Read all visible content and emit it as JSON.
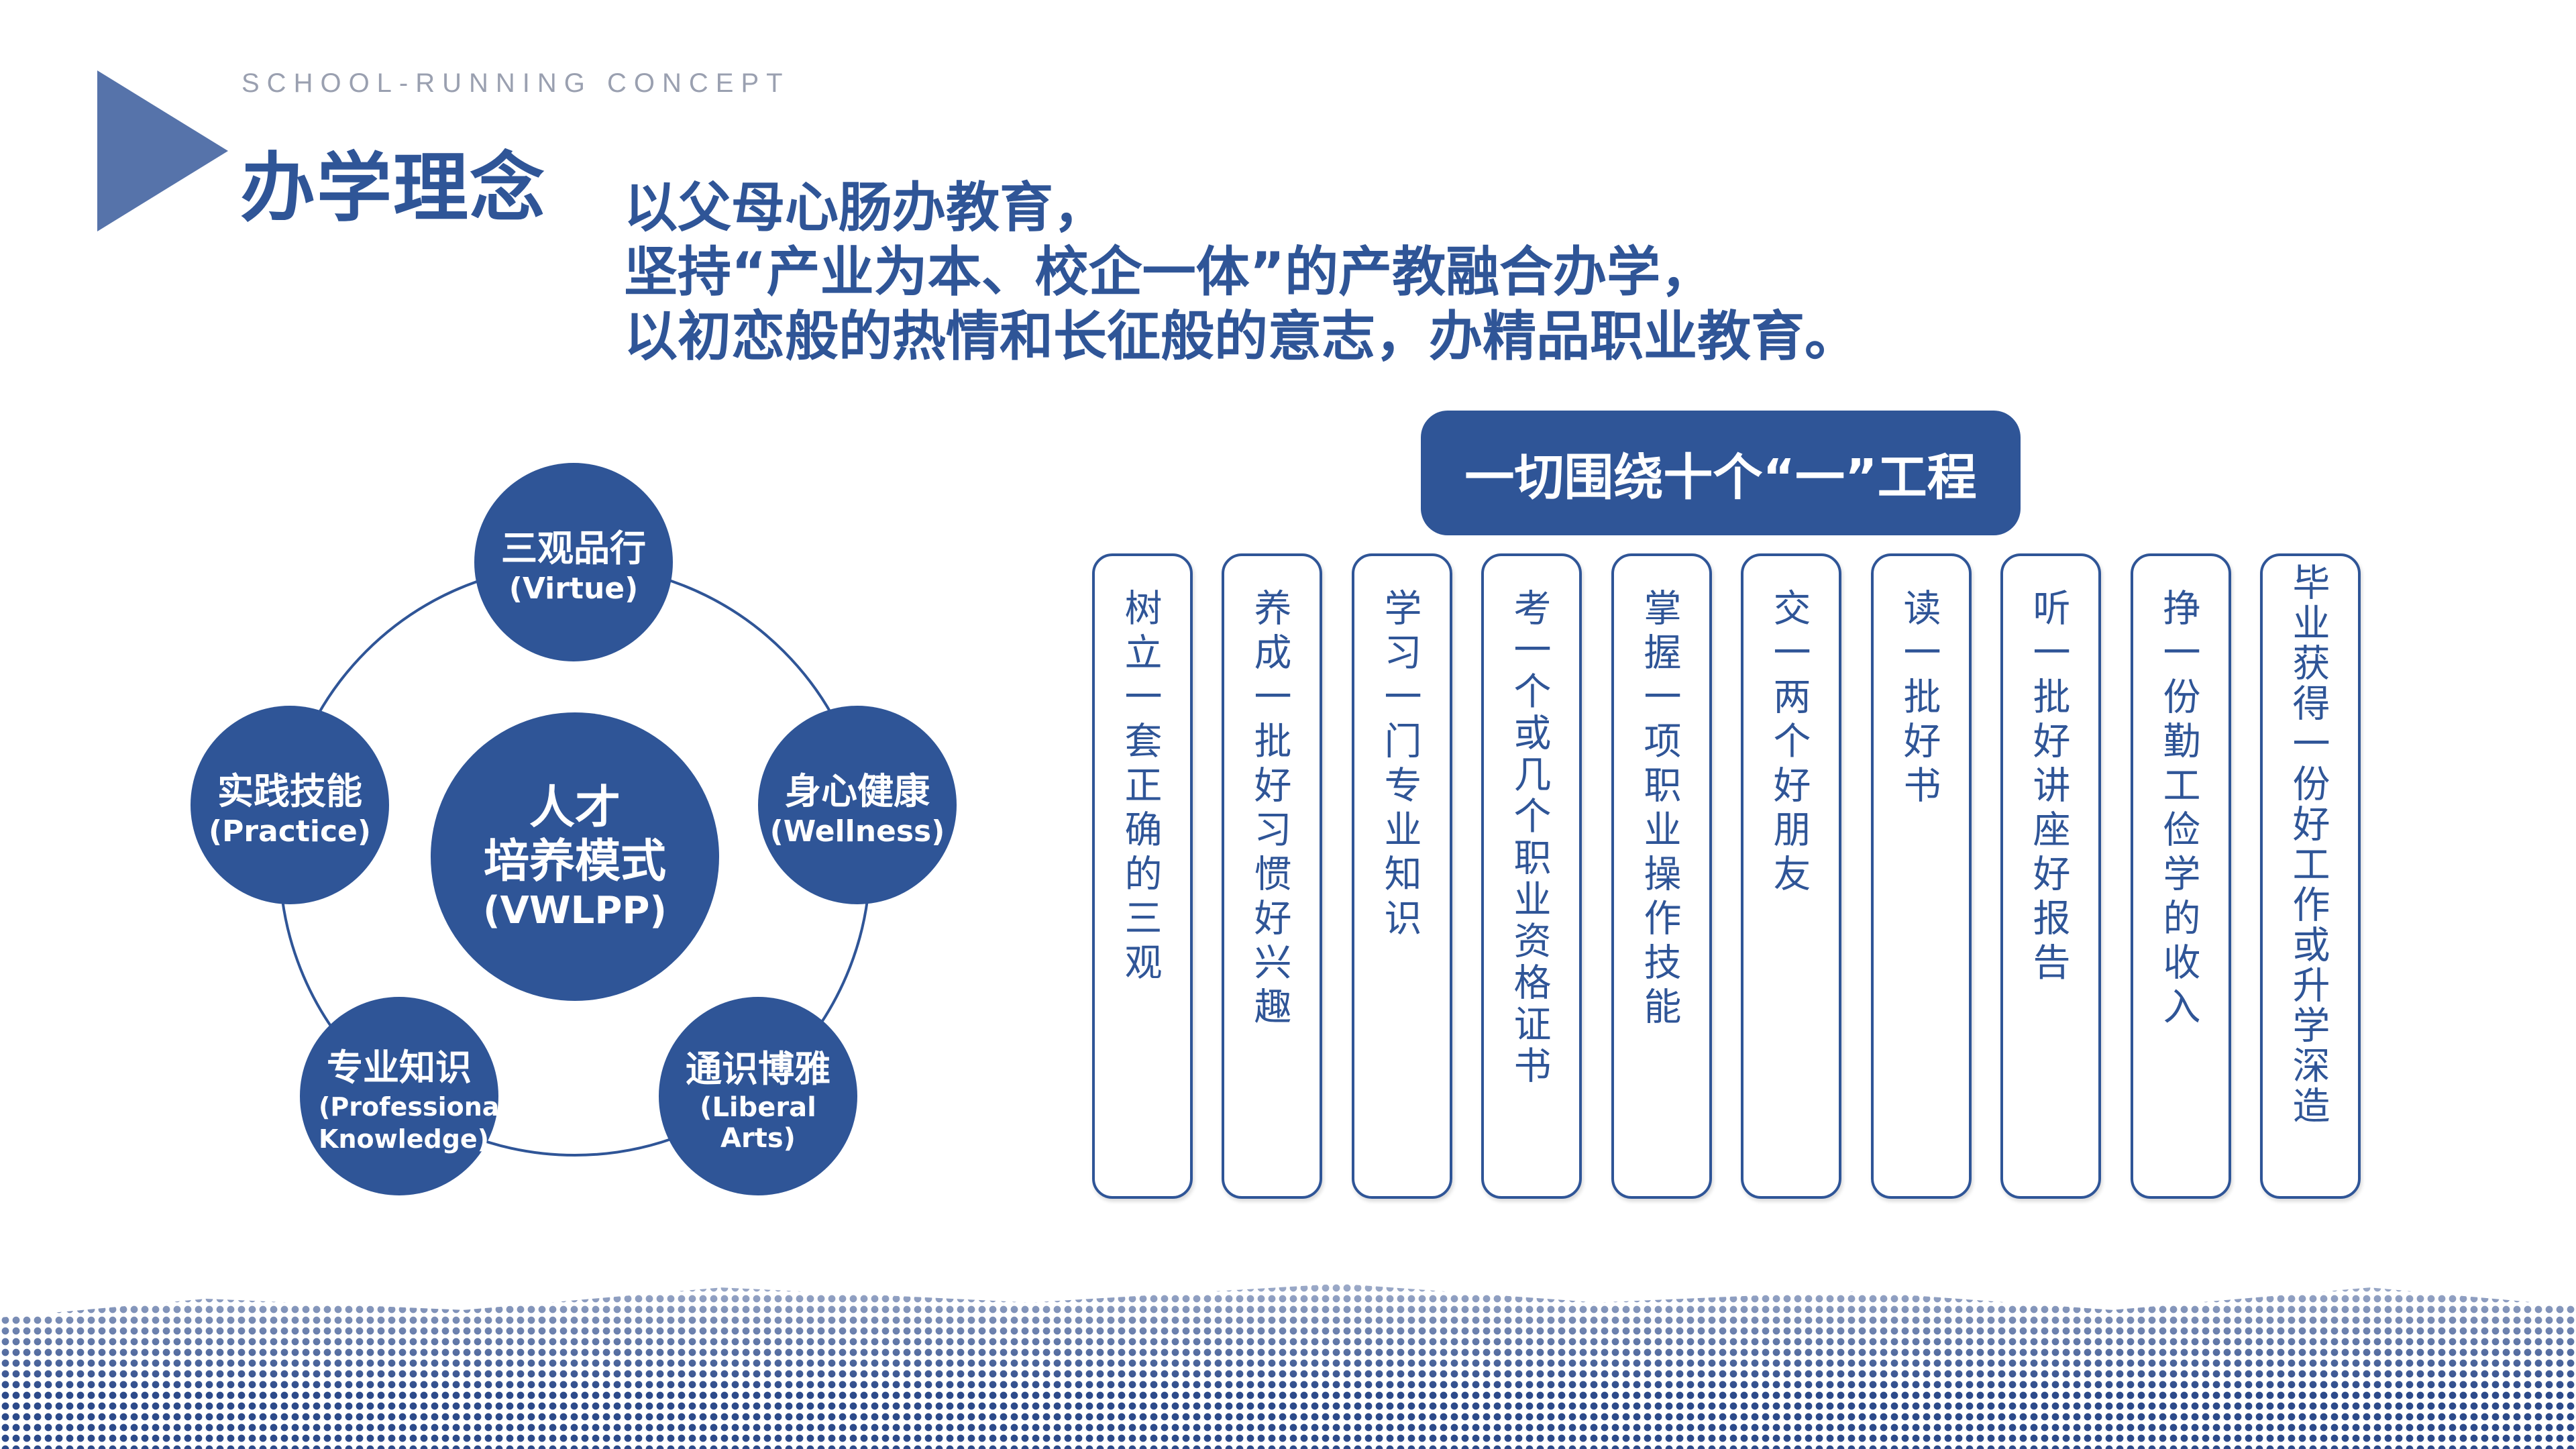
{
  "header": {
    "subtitle_en": "SCHOOL-RUNNING CONCEPT",
    "title": "办学理念"
  },
  "slogan": [
    "以父母心肠办教育，",
    "坚持“产业为本、校企一体”的产教融合办学，",
    "以初恋般的热情和长征般的意志，办精品职业教育。"
  ],
  "model": {
    "center": {
      "line1": "人才",
      "line2": "培养模式",
      "en": "(VWLPP)"
    },
    "nodes": [
      {
        "cn": "三观品行",
        "en": "(Virtue)"
      },
      {
        "cn": "身心健康",
        "en": "(Wellness)"
      },
      {
        "cn": "通识博雅",
        "en": "(Liberal Arts)"
      },
      {
        "cn": "专业知识",
        "en": "(Professional Knowledge)"
      },
      {
        "cn": "实践技能",
        "en": "(Practice)"
      }
    ]
  },
  "project": {
    "banner": "一切围绕十个“一”工程",
    "items": [
      "树立一套正确的三观",
      "养成一批好习惯好兴趣",
      "学习一门专业知识",
      "考一个或几个职业资格证书",
      "掌握一项职业操作技能",
      "交一两个好朋友",
      "读一批好书",
      "听一批好讲座好报告",
      "挣一份勤工俭学的收入",
      "毕业获得一份好工作或升学深造"
    ]
  },
  "colors": {
    "primary": "#2f5597",
    "accent_triangle": "#5673aa",
    "subtitle_gray": "#9aa0b0"
  }
}
